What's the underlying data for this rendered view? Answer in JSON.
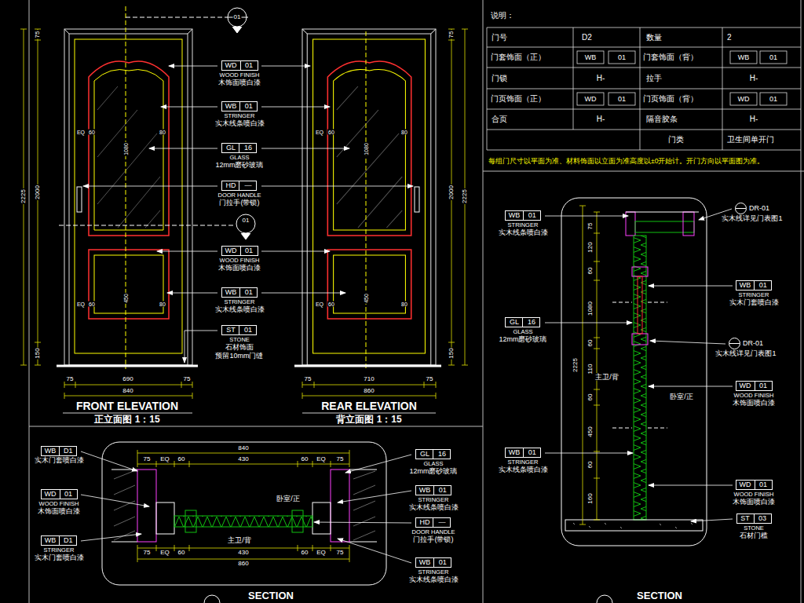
{
  "diagram": {
    "nodes": [
      {
        "text": [
          "WD",
          "01",
          "WOOD FINISH",
          "木饰面喷白漆"
        ]
      },
      {
        "text": [
          "WB",
          "01",
          "STRINGER",
          "实木线条喷白漆"
        ]
      },
      {
        "text": [
          "GL",
          "16",
          "GLASS",
          "12mm磨砂玻璃"
        ]
      },
      {
        "text": [
          "HD",
          "—",
          "DOOR HANDLE",
          "门拉手(带锁)"
        ]
      },
      {
        "text": [
          "WD",
          "01",
          "WOOD FINISH",
          "木饰面喷白漆"
        ]
      },
      {
        "text": [
          "WB",
          "01",
          "STRINGER",
          "实木线条喷白漆"
        ]
      },
      {
        "text": [
          "ST",
          "01",
          "STONE",
          "石材饰面",
          "预留10mm门缝"
        ]
      },
      {
        "text": [
          "WB",
          "D1",
          "实木门套喷白漆"
        ]
      },
      {
        "text": [
          "WD",
          "01",
          "WOOD FINISH",
          "木饰面喷白漆"
        ]
      },
      {
        "text": [
          "WB",
          "D1",
          "STRINGER",
          "实木门套喷白漆"
        ]
      },
      {
        "text": [
          "GL",
          "16",
          "GLASS",
          "12mm磨砂玻璃"
        ]
      },
      {
        "text": [
          "WB",
          "01",
          "STRINGER",
          "实木线条喷白漆"
        ]
      },
      {
        "text": [
          "HD",
          "—",
          "DOOR HANDLE",
          "门拉手(带锁)"
        ]
      },
      {
        "text": [
          "WB",
          "01",
          "STRINGER",
          "实木线条喷白漆"
        ]
      },
      {
        "text": [
          "WB",
          "01",
          "STRINGER",
          "实木线条喷白漆"
        ]
      },
      {
        "text": [
          "DR-01",
          "实木线详见门表图1"
        ]
      },
      {
        "text": [
          "WB",
          "01",
          "STRINGER",
          "实木门套喷白漆"
        ]
      },
      {
        "text": [
          "GL",
          "16",
          "GLASS",
          "12mm磨砂玻璃"
        ]
      },
      {
        "text": [
          "DR-01",
          "实木线详见门表图1"
        ]
      },
      {
        "text": [
          "WD",
          "01",
          "WOOD FINISH",
          "木饰面喷白漆"
        ]
      },
      {
        "text": [
          "WB",
          "01",
          "STRINGER",
          "实木线条喷白漆"
        ]
      },
      {
        "text": [
          "WD",
          "01",
          "WOOD FINISH",
          "木饰面喷白漆"
        ]
      },
      {
        "text": [
          "ST",
          "03",
          "STONE",
          "石材门槛"
        ]
      }
    ],
    "labels": [
      "01",
      "01",
      "75",
      "2225",
      "2000",
      "150",
      "EQ",
      "60",
      "1080",
      "80",
      "EQ",
      "60",
      "450",
      "80",
      "75",
      "690",
      "75",
      "840",
      "FRONT ELEVATION",
      "正立面图 1：15",
      "75",
      "2000",
      "2225",
      "150",
      "EQ",
      "60",
      "1080",
      "80",
      "EQ",
      "60",
      "450",
      "80",
      "75",
      "710",
      "75",
      "860",
      "REAR ELEVATION",
      "背立面图 1：15",
      "840",
      "75",
      "EQ",
      "60",
      "430",
      "60",
      "EQ",
      "75",
      "卧室/正",
      "主卫/背",
      "75",
      "EQ",
      "60",
      "430",
      "60",
      "EQ",
      "75",
      "860",
      "SECTION",
      "75",
      "120",
      "60",
      "1080",
      "60",
      "110",
      "60",
      "450",
      "60",
      "160",
      "2225",
      "主卫/背",
      "卧室/正",
      "SECTION",
      "说明：",
      "门号",
      "D2",
      "数量",
      "2",
      "门套饰面（正）",
      "WB",
      "01",
      "门套饰面（背）",
      "WB",
      "01",
      "门锁",
      "H-",
      "拉手",
      "H-",
      "门页饰面（正）",
      "WD",
      "01",
      "门页饰面（背）",
      "WD",
      "01",
      "合页",
      "H-",
      "隔音胶条",
      "H-",
      "门类",
      "卫生间单开门",
      "每组门尺寸以平面为准、材料饰面以立面为准高度以±0开始计。开门方向以平面图为准。"
    ]
  }
}
